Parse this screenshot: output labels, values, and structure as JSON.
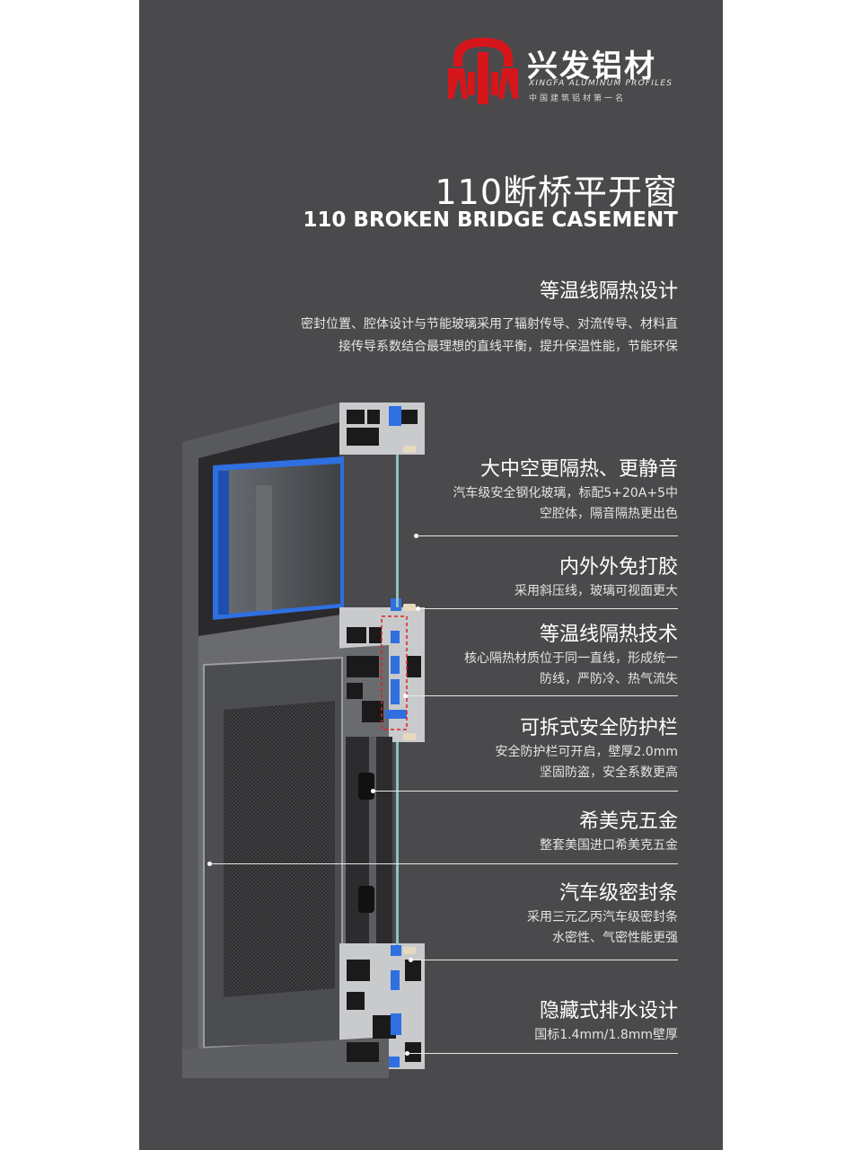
{
  "brand": {
    "name_cn": "兴发铝材",
    "name_en": "XINGFA ALUMINUM PROFILES",
    "slogan": "中国建筑铝材第一名",
    "logo_icon": "xingfa-logo-icon",
    "logo_color": "#d7161c"
  },
  "title": {
    "cn": "110断桥平开窗",
    "en": "110 BROKEN BRIDGE CASEMENT"
  },
  "intro": {
    "heading": "等温线隔热设计",
    "lines": [
      "密封位置、腔体设计与节能玻璃采用了辐射传导、对流传导、材料直",
      "接传导系数结合最理想的直线平衡，提升保温性能，节能环保"
    ]
  },
  "features": [
    {
      "title": "大中空更隔热、更静音",
      "lines": [
        "汽车级安全钢化玻璃，标配5+20A+5中",
        "空腔体，隔音隔热更出色"
      ]
    },
    {
      "title": "内外外免打胶",
      "lines": [
        "采用斜压线，玻璃可视面更大"
      ]
    },
    {
      "title": "等温线隔热技术",
      "lines": [
        "核心隔热材质位于同一直线，形成统一",
        "防线，严防冷、热气流失"
      ]
    },
    {
      "title": "可拆式安全防护栏",
      "lines": [
        "安全防护栏可开启，壁厚2.0mm",
        "坚固防盗，安全系数更高"
      ]
    },
    {
      "title": "希美克五金",
      "lines": [
        "整套美国进口希美克五金"
      ]
    },
    {
      "title": "汽车级密封条",
      "lines": [
        "采用三元乙丙汽车级密封条",
        "水密性、气密性能更强"
      ]
    },
    {
      "title": "隐藏式排水设计",
      "lines": [
        "国标1.4mm/1.8mm壁厚"
      ]
    }
  ],
  "colors": {
    "background": "#4a4a4c",
    "text": "#ffffff",
    "accent_blue": "#2f6fe0",
    "profile": "#cfd0d2"
  }
}
